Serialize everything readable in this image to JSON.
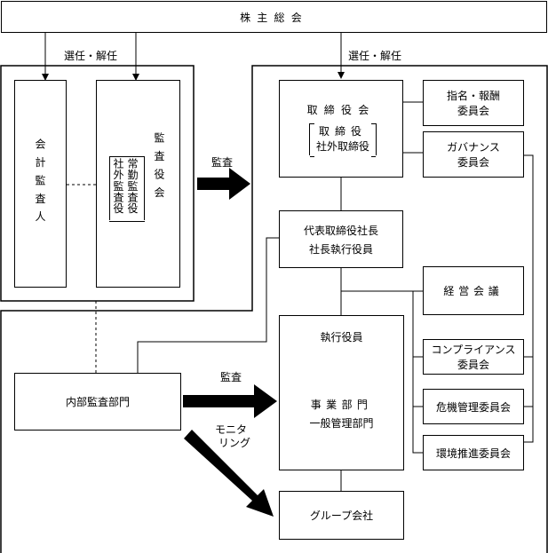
{
  "shareholders_meeting": "株主総会",
  "appoint_dismiss_left": "選任・解任",
  "appoint_dismiss_right": "選任・解任",
  "accounting_auditor": "会計監査人",
  "audit_board": "監査役会",
  "audit_board_members_1": "常勤監査役",
  "audit_board_members_2": "社外監査役",
  "audit_label_top": "監査",
  "audit_label_bottom": "監査",
  "monitoring_label_1": "モニタ",
  "monitoring_label_2": "リング",
  "board_of_directors": "取締役会",
  "board_members_1": "取締役",
  "board_members_2": "社外取締役",
  "nomination_comp_1": "指名・報酬",
  "nomination_comp_2": "委員会",
  "governance_1": "ガバナンス",
  "governance_2": "委員会",
  "president_1": "代表取締役社長",
  "president_2": "社長執行役員",
  "management_meeting": "経営会議",
  "compliance_1": "コンプライアンス",
  "compliance_2": "委員会",
  "risk_committee": "危機管理委員会",
  "environment_committee": "環境推進委員会",
  "executive_officers": "執行役員",
  "business_div_1": "事業部門",
  "business_div_2": "一般管理部門",
  "internal_audit": "内部監査部門",
  "group_companies": "グループ会社"
}
